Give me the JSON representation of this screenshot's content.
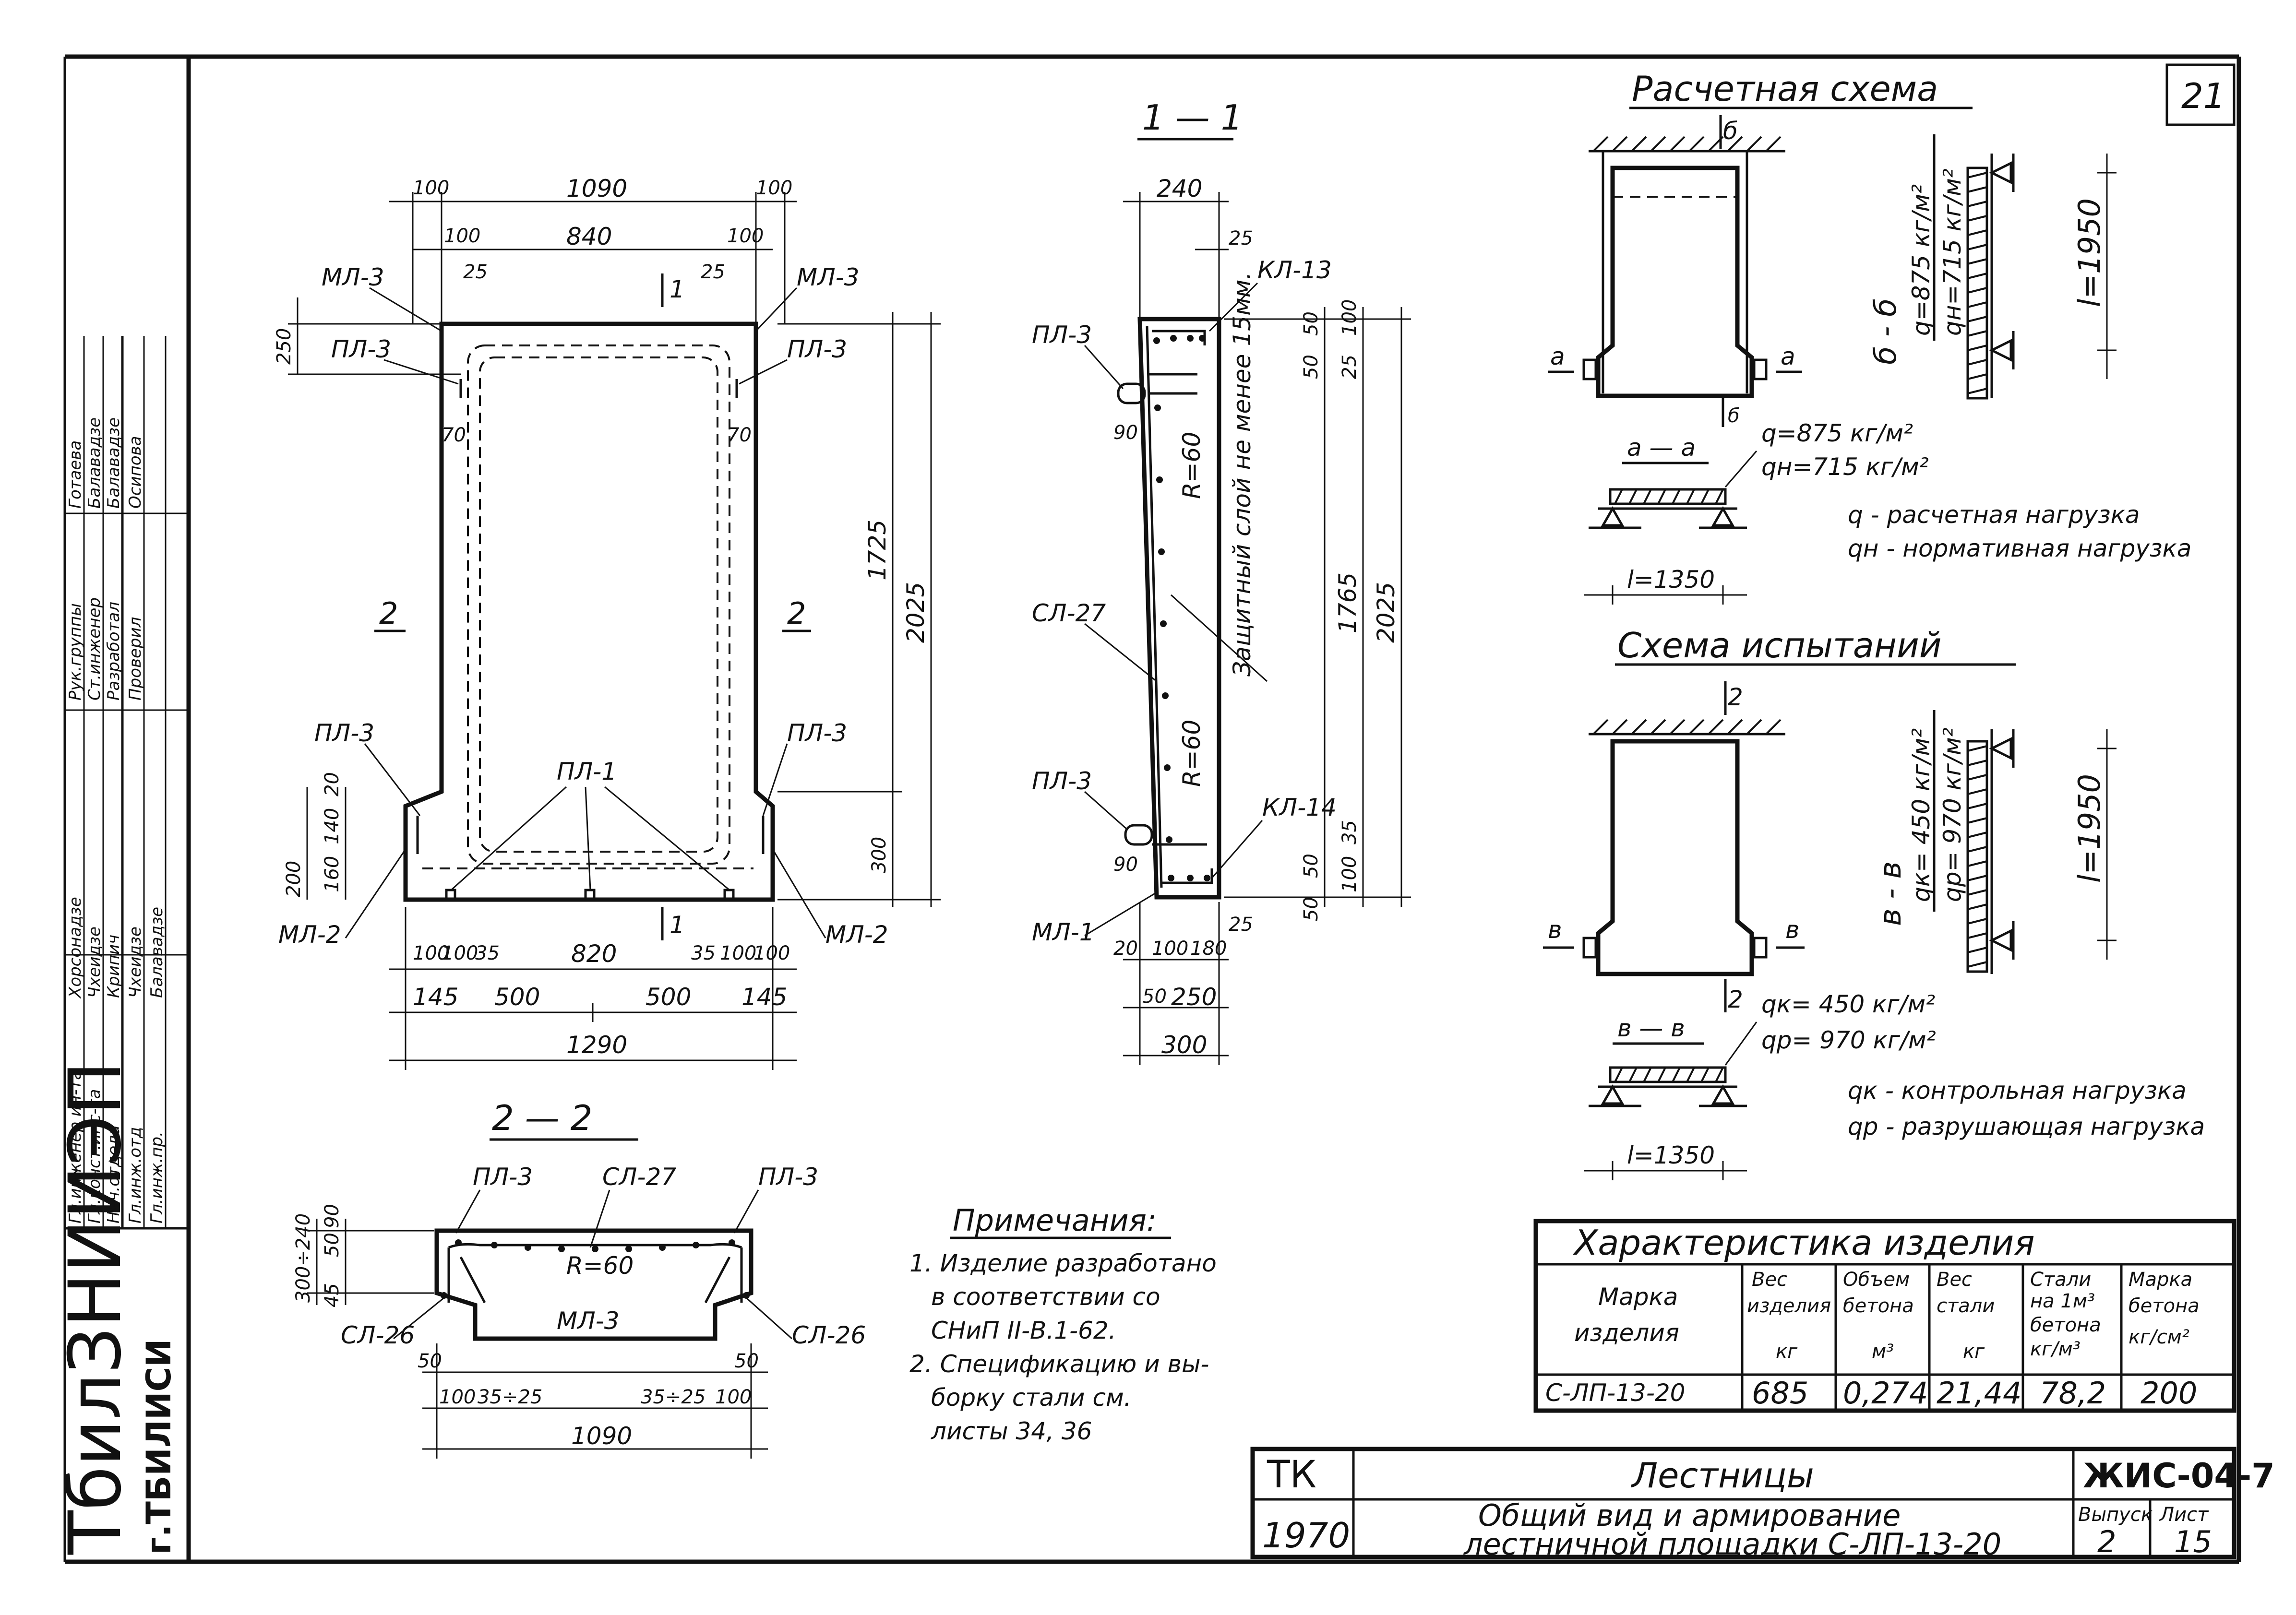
{
  "page_number": "21",
  "stamp": {
    "org_line1": "ТбилЗНИИЭП",
    "org_line2": "г.ТБИЛИСИ",
    "roles": [
      "Гл.инженер ин-та",
      "Гл.конст.инс-та",
      "Нач.отдела",
      "Гл.инж.отд",
      "Гл.инж.пр.",
      "Рук.группы",
      "Ст.инженер",
      "Разработал",
      "Проверил"
    ],
    "names": [
      "Хорсонадзе",
      "Чхеидзе",
      "Крипич",
      "Чхеидзе",
      "Балавадзе",
      "Готаева",
      "Балавадзе",
      "Балавадзе",
      "Осипова"
    ]
  },
  "section_1_1_title": "1 — 1",
  "section_2_2_title": "2 — 2",
  "plan_view": {
    "dims_top_row1": [
      "100",
      "1090",
      "100"
    ],
    "dims_top_row2": [
      "100",
      "840",
      "100"
    ],
    "dims_top_row3": [
      "25",
      "25"
    ],
    "dims_left": [
      "250",
      "20",
      "200",
      "160",
      "140"
    ],
    "dims_right": [
      "1725",
      "2025",
      "300"
    ],
    "dims_bottom_row1": [
      "100",
      "100",
      "35",
      "820",
      "35",
      "100",
      "100"
    ],
    "dims_bottom_row2": [
      "145",
      "500",
      "500",
      "145"
    ],
    "dims_bottom_row3": [
      "1290"
    ],
    "offset_70": "70",
    "section_mark_1": "1",
    "section_mark_2": "2",
    "labels": [
      "МЛ-3",
      "МЛ-3",
      "ПЛ-3",
      "ПЛ-3",
      "ПЛ-3",
      "ПЛ-3",
      "ПЛ-1",
      "МЛ-2",
      "МЛ-2"
    ]
  },
  "section_1_1": {
    "dims_top": [
      "240",
      "25"
    ],
    "dims_right": [
      "50",
      "50",
      "25",
      "100",
      "1765",
      "2025",
      "100",
      "35",
      "50",
      "50"
    ],
    "dims_bottom": [
      "25",
      "20",
      "100",
      "180",
      "50",
      "250",
      "300"
    ],
    "labels": [
      "КЛ-13",
      "ПЛ-3",
      "СЛ-27",
      "ПЛ-3",
      "КЛ-14",
      "МЛ-1"
    ],
    "radius_top": "R=60",
    "radius_bottom": "R=60",
    "dim_90_top": "90",
    "dim_90_bottom": "90",
    "cover_note": "Защитный слой не менее 15мм."
  },
  "section_2_2": {
    "labels": [
      "ПЛ-3",
      "СЛ-27",
      "ПЛ-3",
      "СЛ-26",
      "СЛ-26",
      "МЛ-3"
    ],
    "radius": "R=60",
    "dims_left": [
      "300÷240",
      "50",
      "90",
      "45"
    ],
    "dims_bottom_row1": [
      "50",
      "50"
    ],
    "dims_bottom_row2": [
      "100",
      "35÷25",
      "35÷25",
      "100"
    ],
    "dims_bottom_row3": [
      "1090"
    ]
  },
  "notes": {
    "title": "Примечания:",
    "items": [
      "1. Изделие разработано",
      "в соответствии со",
      "СНиП II-В.1-62.",
      "2. Спецификацию и вы-",
      "борку стали см.",
      "листы 34, 36"
    ]
  },
  "calc_scheme": {
    "title": "Расчетная схема",
    "mark_b": "б",
    "mark_a": "а",
    "section_label": "а — а",
    "side_label": "б - б",
    "q_line": "q=875 кг/м²",
    "qn_line": "qн=715 кг/м²",
    "span_l": "l=1350",
    "span_vert": "l=1950",
    "legend_q": "q - расчетная нагрузка",
    "legend_qn": "qн - нормативная нагрузка"
  },
  "test_scheme": {
    "title": "Схема испытаний",
    "mark_2": "2",
    "mark_v": "в",
    "section_label": "в — в",
    "side_label": "в - в",
    "qk_line": "qк= 450 кг/м²",
    "qp_line": "qр= 970 кг/м²",
    "span_l": "l=1350",
    "span_vert": "l=1950",
    "legend_qk": "qк - контрольная нагрузка",
    "legend_qp": "qр - разрушающая нагрузка"
  },
  "product_table": {
    "title": "Характеристика изделия",
    "headers": [
      [
        "Марка",
        "изделия"
      ],
      [
        "Вес",
        "изделия",
        "кг"
      ],
      [
        "Объем",
        "бетона",
        "м³"
      ],
      [
        "Вес",
        "стали",
        "кг"
      ],
      [
        "Стали",
        "на 1м³",
        "бетона",
        "кг/м³"
      ],
      [
        "Марка",
        "бетона",
        "кг/см²"
      ]
    ],
    "row": [
      "С-ЛП-13-20",
      "685",
      "0,274",
      "21,44",
      "78,2",
      "200"
    ]
  },
  "title_block": {
    "tk": "ТК",
    "year": "1970",
    "title": "Лестницы",
    "subtitle_line1": "Общий вид и армирование",
    "subtitle_line2": "лестничной площадки С-ЛП-13-20",
    "code": "ЖИС-04-7",
    "issue_label": "Выпуск",
    "sheet_label": "Лист",
    "issue": "2",
    "sheet": "15"
  }
}
